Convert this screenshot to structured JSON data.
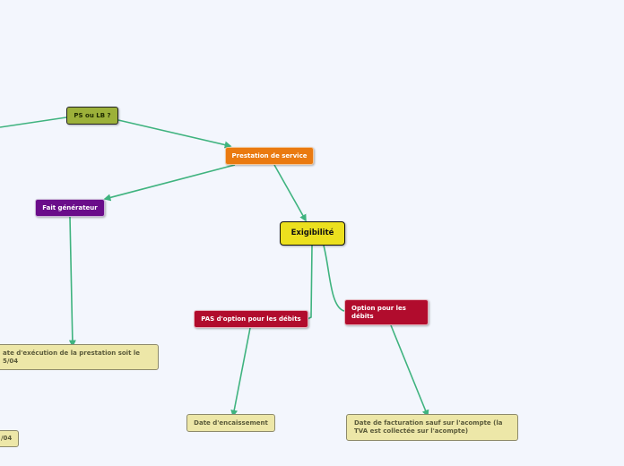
{
  "nodes": {
    "ps_ou_lb": "PS ou LB ?",
    "prestation": "Prestation de service",
    "fait_generateur": "Fait générateur",
    "exigibilite": "Exigibilité",
    "pas_option": "PAS d'option pour les débits",
    "option_debits": "Option pour les débits",
    "date_execution": "ate d'exécution de la prestation soit le 5/04",
    "date_encaissement": "Date d'encaissement",
    "date_facturation": "Date de facturation sauf sur l'acompte (la TVA est collectée sur l'acompte)",
    "date_04": "/04"
  },
  "colors": {
    "connector": "#3fb37f",
    "ps_ou_lb": "#9cb13a",
    "prestation": "#ea7a10",
    "fait_generateur": "#6a0d8a",
    "exigibilite": "#ece01e",
    "debits": "#b10c2d",
    "leaf": "#ede7a8"
  }
}
